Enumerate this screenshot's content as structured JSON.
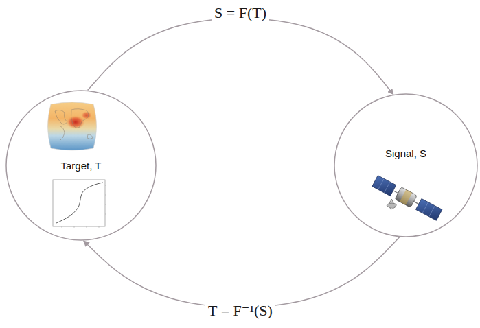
{
  "diagram": {
    "nodes": [
      {
        "text": [
          "Target, T"
        ]
      },
      {
        "text": [
          "Signal, S"
        ]
      }
    ],
    "edges": [
      {
        "from": 0,
        "to": 1,
        "arrow": "to",
        "label": "S = F(T)"
      },
      {
        "from": 1,
        "to": 0,
        "arrow": "to",
        "label": "T = F⁻¹(S)"
      }
    ]
  }
}
